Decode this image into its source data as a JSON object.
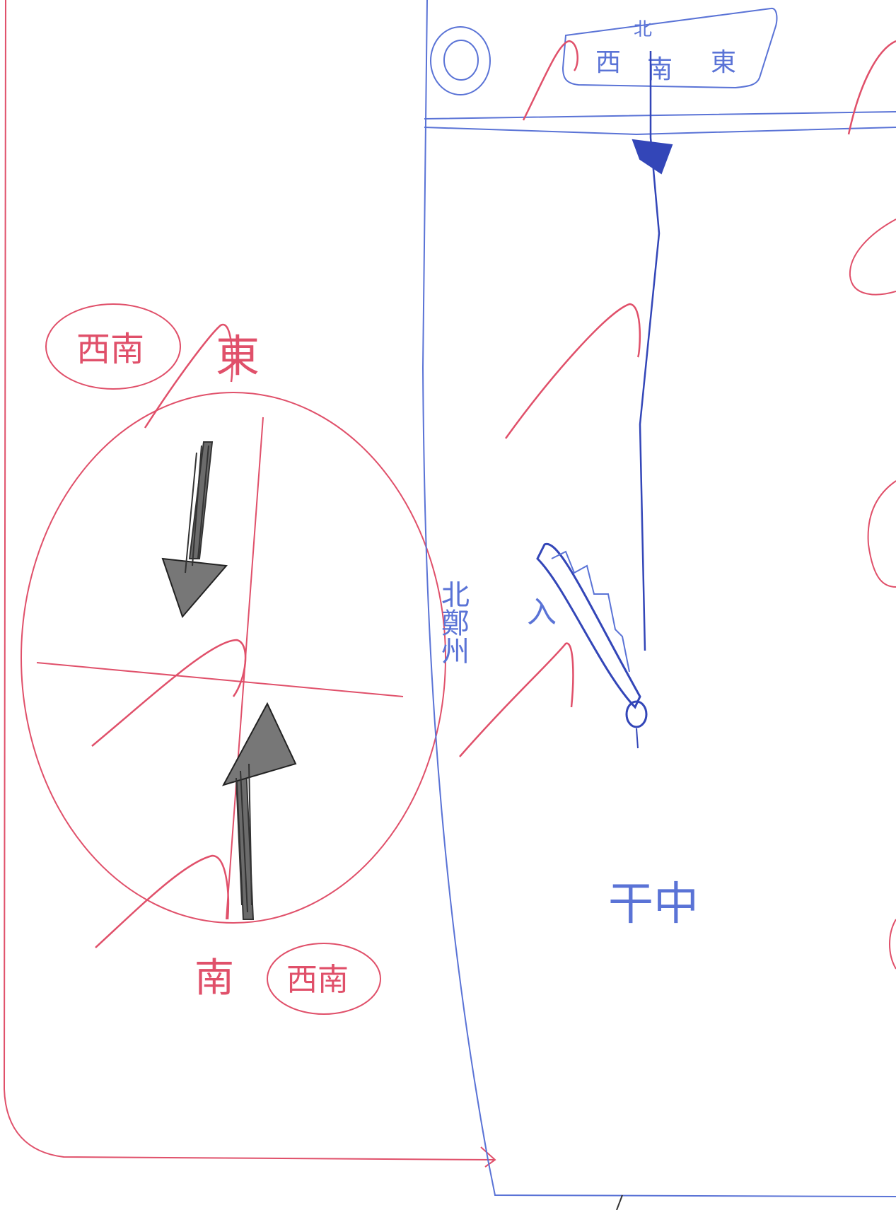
{
  "colors": {
    "paper": "#ffffff",
    "red_ink": "#e0506a",
    "blue_ink": "#5a73d6",
    "dark_blue_ink": "#3346b8",
    "pencil": "#555555"
  },
  "labels": {
    "top_box": [
      "西",
      "南",
      "東"
    ],
    "top_box_mark": "北",
    "left_circled_top": "西南",
    "left_top_char": "東",
    "left_circled_bottom": "西南",
    "left_bottom_char": "南",
    "vertical_label": "北鄭州",
    "handwriting_bottom": "干中",
    "arrow_mark": "入"
  },
  "icons": [
    "circle-icon",
    "arrow-down-icon",
    "arrow-up-icon",
    "pendulum-icon",
    "compass-circle-icon"
  ]
}
